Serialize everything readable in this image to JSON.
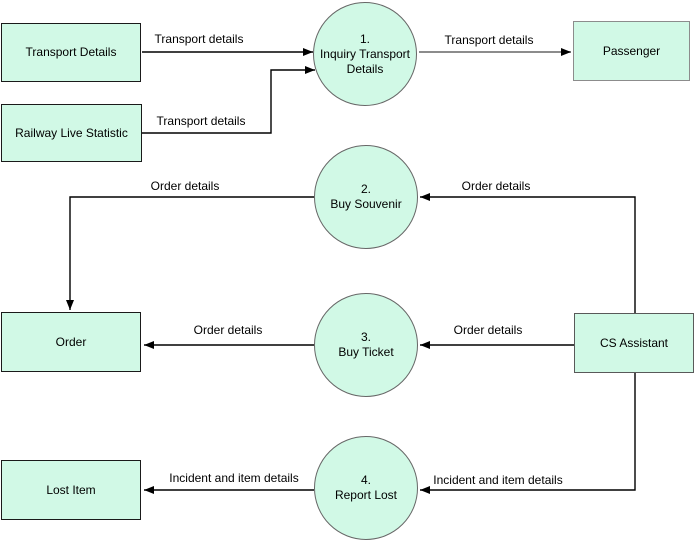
{
  "colors": {
    "background": "#ffffff",
    "node_fill": "#d1f9e6",
    "rect_border_dark": "#1a1a1a",
    "rect_border_medium": "#595959",
    "rect_border_gray": "#8c8c8c",
    "circle_border": "#666666",
    "edge_dark": "#000000",
    "edge_gray": "#8c8c8c",
    "text": "#000000"
  },
  "entities": [
    {
      "label": "Transport Details"
    },
    {
      "label": "Railway Live Statistic"
    },
    {
      "label": "Passenger"
    },
    {
      "label": "Order"
    },
    {
      "label": "CS Assistant"
    },
    {
      "label": "Lost Item"
    }
  ],
  "processes": [
    {
      "number": "1.",
      "label": "Inquiry Transport Details"
    },
    {
      "number": "2.",
      "label": "Buy Souvenir"
    },
    {
      "number": "3.",
      "label": "Buy Ticket"
    },
    {
      "number": "4.",
      "label": "Report Lost"
    }
  ],
  "flows": [
    {
      "from": "Transport Details",
      "to": "1. Inquiry Transport Details",
      "label": "Transport details"
    },
    {
      "from": "Railway Live Statistic",
      "to": "1. Inquiry Transport Details",
      "label": "Transport details"
    },
    {
      "from": "1. Inquiry Transport Details",
      "to": "Passenger",
      "label": "Transport details"
    },
    {
      "from": "CS Assistant",
      "to": "2. Buy Souvenir",
      "label": "Order details"
    },
    {
      "from": "2. Buy Souvenir",
      "to": "Order",
      "label": "Order details"
    },
    {
      "from": "CS Assistant",
      "to": "3. Buy Ticket",
      "label": "Order details"
    },
    {
      "from": "3. Buy Ticket",
      "to": "Order",
      "label": "Order details"
    },
    {
      "from": "CS Assistant",
      "to": "4. Report Lost",
      "label": "Incident and item details"
    },
    {
      "from": "4. Report Lost",
      "to": "Lost Item",
      "label": "Incident and item details"
    }
  ]
}
